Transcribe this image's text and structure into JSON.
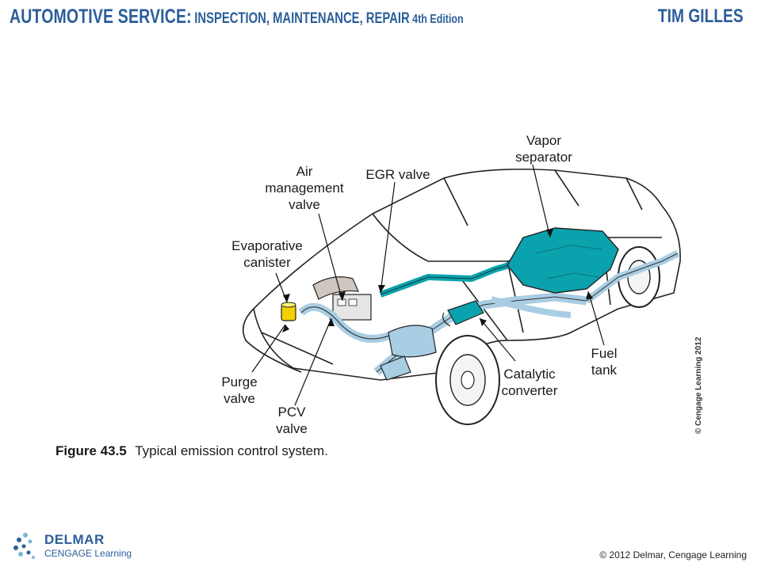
{
  "header": {
    "title_main": "AUTOMOTIVE SERVICE:",
    "title_sub": "INSPECTION, MAINTENANCE, REPAIR",
    "edition": "4th Edition",
    "author": "TIM GILLES"
  },
  "diagram": {
    "labels": {
      "vapor_separator_1": "Vapor",
      "vapor_separator_2": "separator",
      "air_mgmt_1": "Air",
      "air_mgmt_2": "management",
      "air_mgmt_3": "valve",
      "egr_valve": "EGR valve",
      "evap_1": "Evaporative",
      "evap_2": "canister",
      "purge_1": "Purge",
      "purge_2": "valve",
      "pcv_1": "PCV",
      "pcv_2": "valve",
      "cat_1": "Catalytic",
      "cat_2": "converter",
      "fuel_1": "Fuel",
      "fuel_2": "tank"
    },
    "colors": {
      "component_teal": "#0aa2ac",
      "pipe_blue": "#a9cde3",
      "canister_yellow": "#f2d000",
      "valve_red": "#d4202a"
    }
  },
  "caption": {
    "figure_number": "Figure 43.5",
    "text": "Typical emission control system."
  },
  "credit_vertical": "© Cengage Learning 2012",
  "footer": {
    "copyright": "© 2012 Delmar, Cengage Learning",
    "logo_delmar": "DELMAR",
    "logo_cengage": "CENGAGE Learning"
  }
}
